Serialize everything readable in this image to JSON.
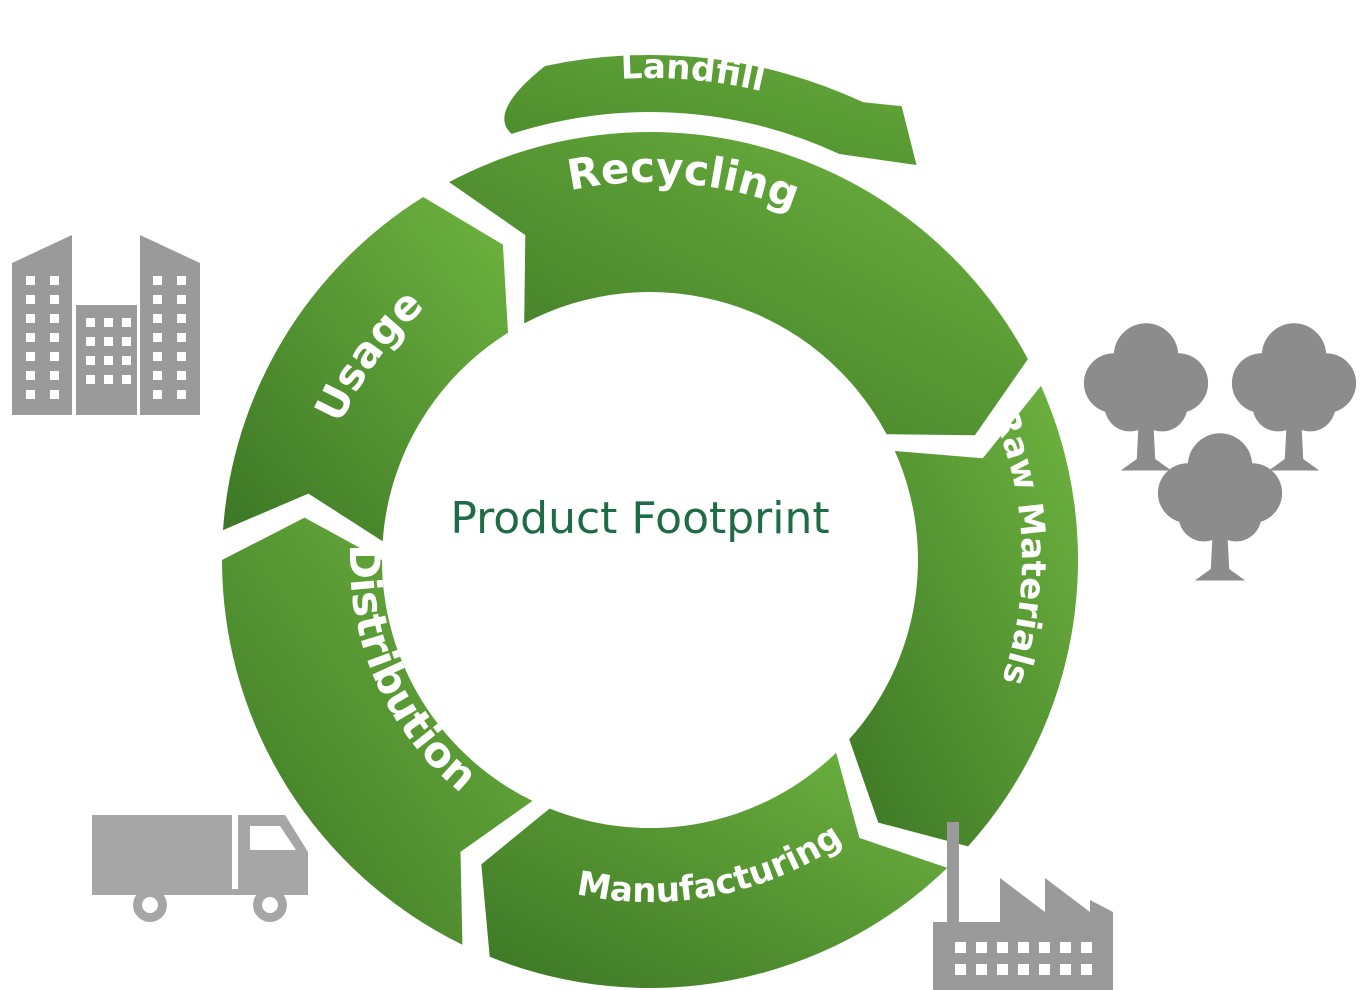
{
  "diagram": {
    "center_label": "Product Footprint",
    "stages": [
      {
        "id": "recycling",
        "label": "Recycling"
      },
      {
        "id": "raw-materials",
        "label": "Raw Materials"
      },
      {
        "id": "manufacturing",
        "label": "Manufacturing"
      },
      {
        "id": "distribution",
        "label": "Distribution"
      },
      {
        "id": "usage",
        "label": "Usage"
      }
    ],
    "exit_stage": {
      "id": "landfill",
      "label": "Landfill"
    },
    "icons": [
      {
        "id": "buildings",
        "name": "city-buildings-icon"
      },
      {
        "id": "trees",
        "name": "trees-icon"
      },
      {
        "id": "truck",
        "name": "delivery-truck-icon"
      },
      {
        "id": "factory",
        "name": "factory-icon"
      }
    ]
  },
  "colors": {
    "segment_light": "#6aaf3d",
    "segment_dark": "#3f7a26",
    "center_text": "#1e6b46",
    "icon_gray": "#9a9a9a",
    "label_white": "#ffffff"
  }
}
